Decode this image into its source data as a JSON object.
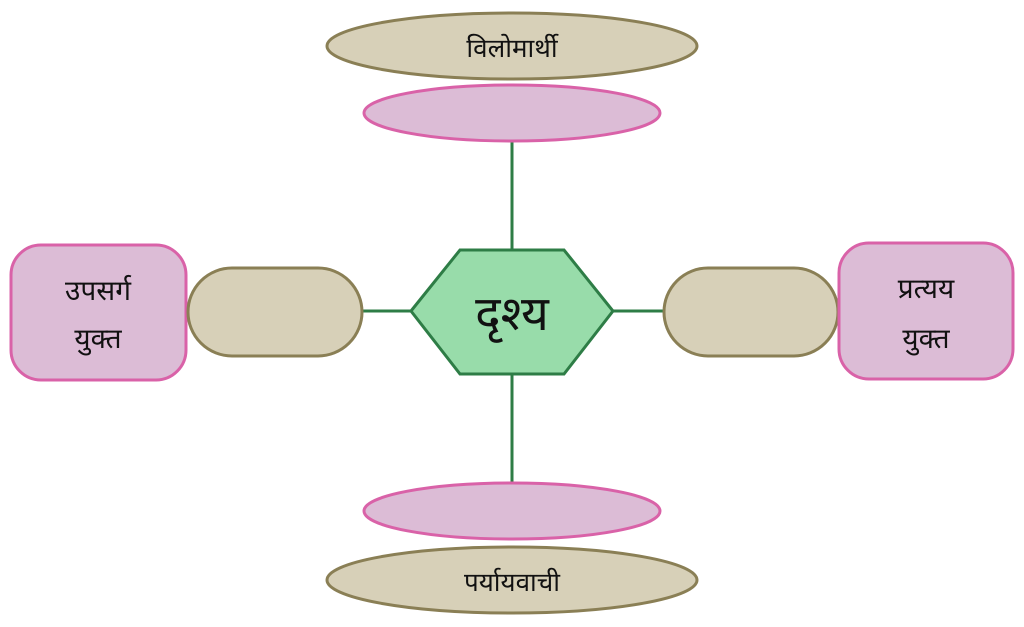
{
  "center": {
    "label": "दृश्य"
  },
  "top": {
    "label": "विलोमार्थी"
  },
  "bottom": {
    "label": "पर्यायवाची"
  },
  "left": {
    "line1": "उपसर्ग",
    "line2": "युक्त"
  },
  "right": {
    "line1": "प्रत्यय",
    "line2": "युक्त"
  },
  "colors": {
    "hex_fill": "#98dcaa",
    "hex_stroke": "#2e7d46",
    "tan_fill": "#d7d0b8",
    "tan_stroke": "#8a7f55",
    "pink_fill": "#dcbcd6",
    "pink_stroke": "#d962a8",
    "connector": "#2e7d46"
  }
}
